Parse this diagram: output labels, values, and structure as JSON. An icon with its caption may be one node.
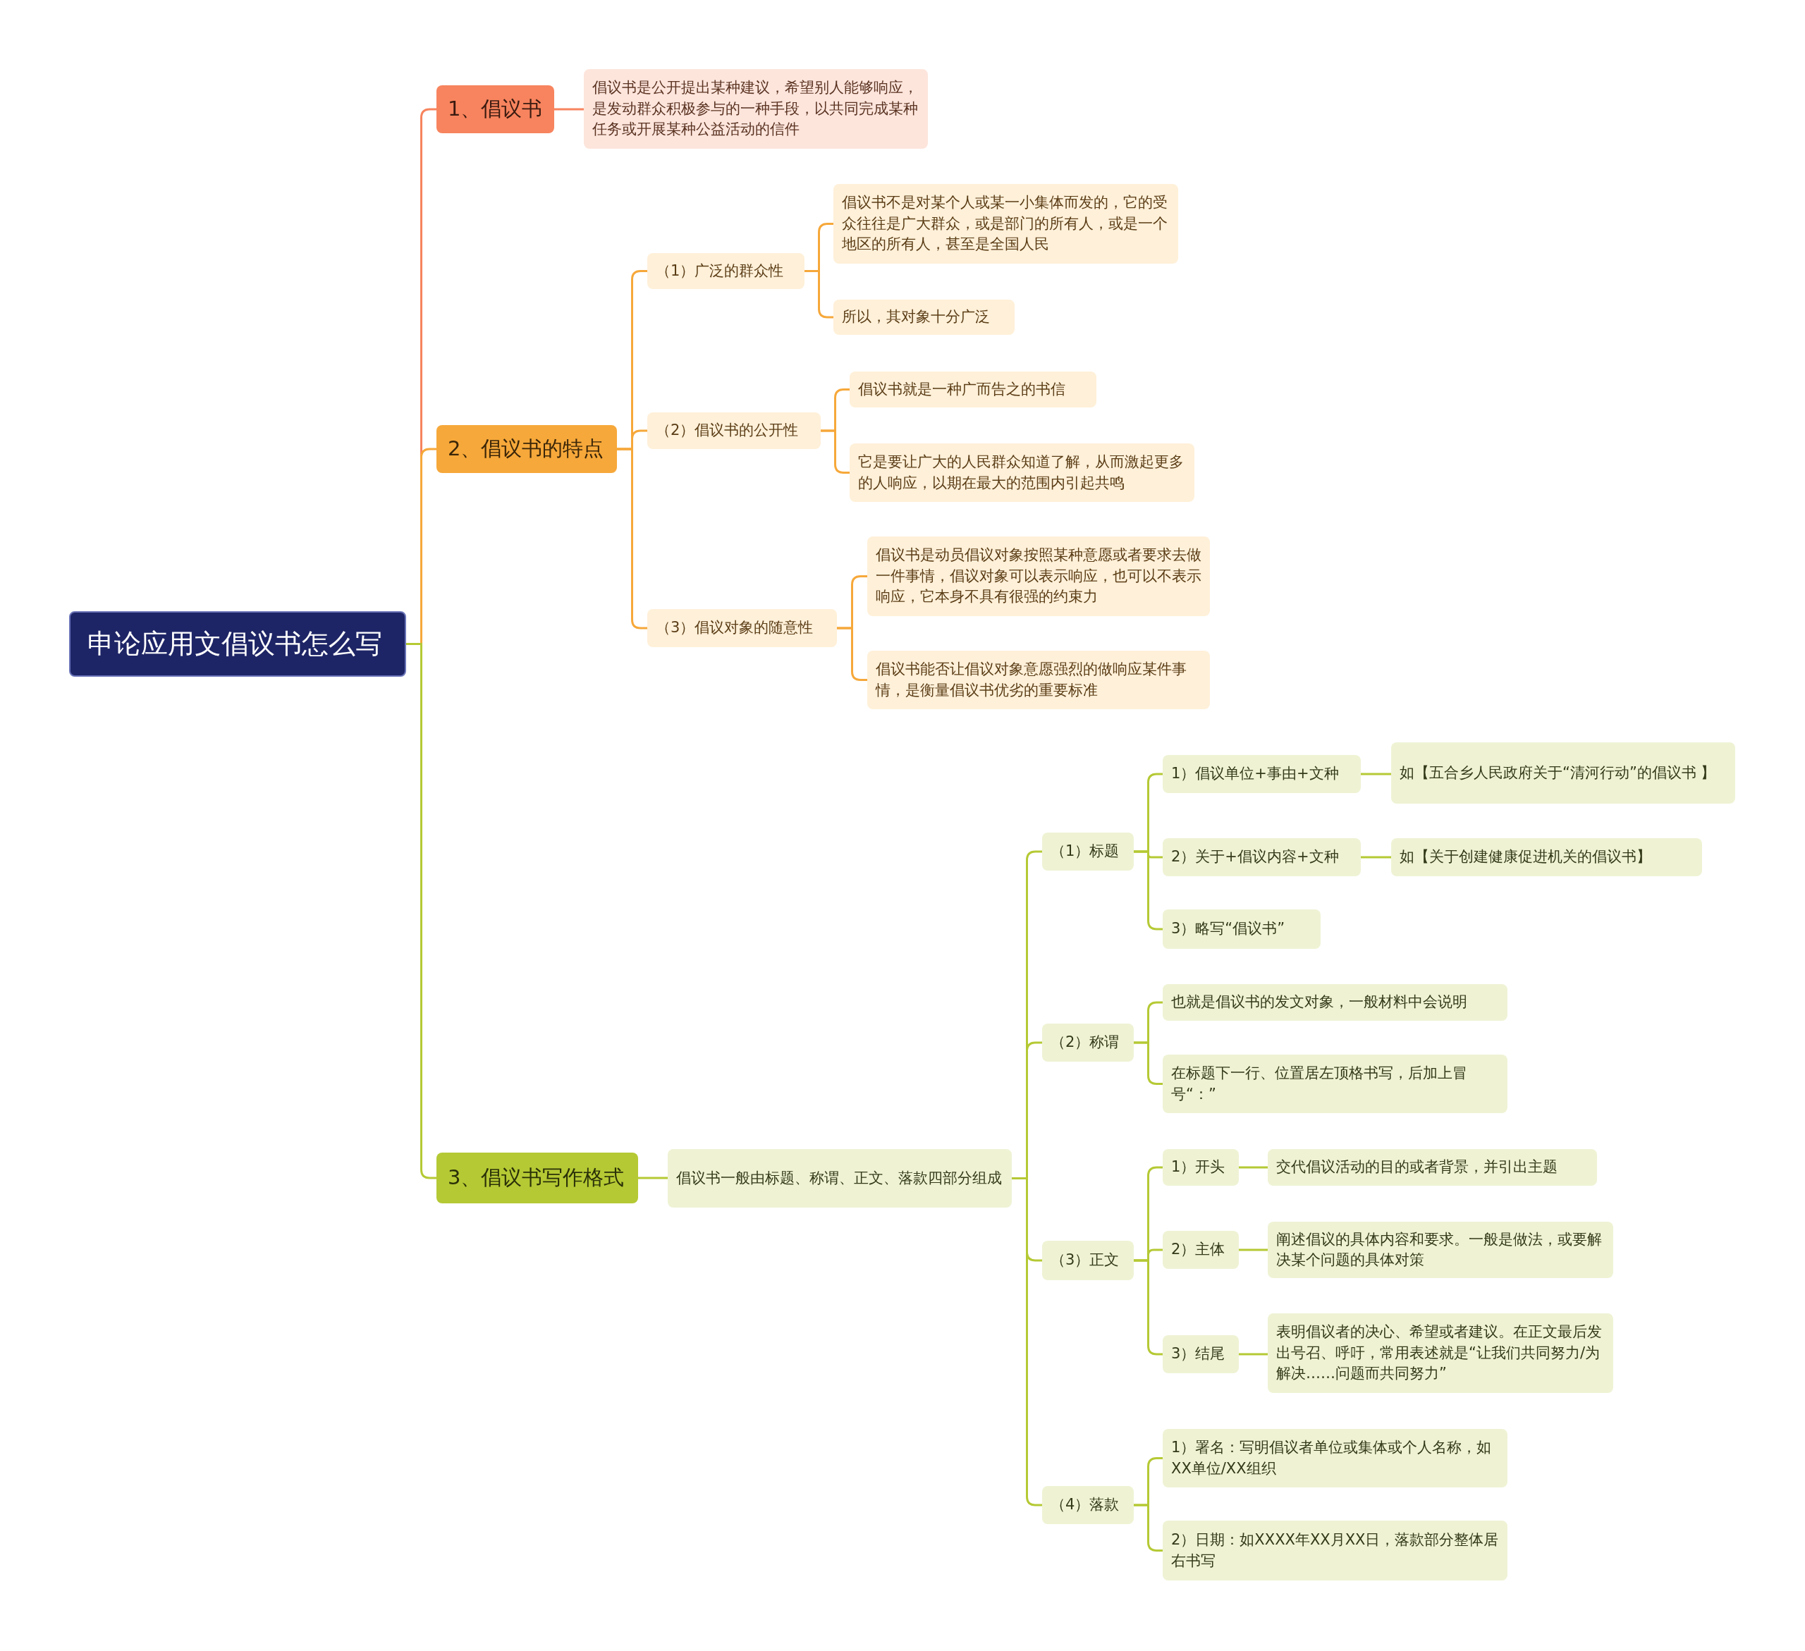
{
  "diagram": {
    "nodes": [
      {
        "text": [
          "申论应用文倡议书怎么写"
        ]
      },
      {
        "text": [
          "1、倡议书"
        ]
      },
      {
        "text": [
          "倡议书是公开提出某种建议，希望别人能够响应，是发动群众积极参与的一种手段，以共同完成某种任务或开展某种公益活动的信件"
        ]
      },
      {
        "text": [
          "2、倡议书的特点"
        ]
      },
      {
        "text": [
          "（1）广泛的群众性"
        ]
      },
      {
        "text": [
          "倡议书不是对某个人或某一小集体而发的，它的受众往往是广大群众，或是部门的所有人，或是一个地区的所有人，甚至是全国人民"
        ]
      },
      {
        "text": [
          "所以，其对象十分广泛"
        ]
      },
      {
        "text": [
          "（2）倡议书的公开性"
        ]
      },
      {
        "text": [
          "倡议书就是一种广而告之的书信"
        ]
      },
      {
        "text": [
          "它是要让广大的人民群众知道了解，从而激起更多的人响应，以期在最大的范围内引起共鸣"
        ]
      },
      {
        "text": [
          "（3）倡议对象的随意性"
        ]
      },
      {
        "text": [
          "倡议书是动员倡议对象按照某种意愿或者要求去做一件事情，倡议对象可以表示响应，也可以不表示响应，它本身不具有很强的约束力"
        ]
      },
      {
        "text": [
          "倡议书能否让倡议对象意愿强烈的做响应某件事情，是衡量倡议书优劣的重要标准"
        ]
      },
      {
        "text": [
          "3、倡议书写作格式"
        ]
      },
      {
        "text": [
          "倡议书一般由标题、称谓、正文、落款四部分组成"
        ]
      },
      {
        "text": [
          "（1）标题"
        ]
      },
      {
        "text": [
          "1）倡议单位+事由+文种"
        ]
      },
      {
        "text": [
          "如【五合乡人民政府关于“清河行动”的倡议书 】"
        ]
      },
      {
        "text": [
          "2）关于+倡议内容+文种"
        ]
      },
      {
        "text": [
          "如【关于创建健康促进机关的倡议书】"
        ]
      },
      {
        "text": [
          "3）略写“倡议书”"
        ]
      },
      {
        "text": [
          "（2）称谓"
        ]
      },
      {
        "text": [
          "也就是倡议书的发文对象，一般材料中会说明"
        ]
      },
      {
        "text": [
          "在标题下一行、位置居左顶格书写，后加上冒号“：”"
        ]
      },
      {
        "text": [
          "（3）正文"
        ]
      },
      {
        "text": [
          "1）开头"
        ]
      },
      {
        "text": [
          "交代倡议活动的目的或者背景，并引出主题"
        ]
      },
      {
        "text": [
          "2）主体"
        ]
      },
      {
        "text": [
          "阐述倡议的具体内容和要求。一般是做法，或要解决某个问题的具体对策"
        ]
      },
      {
        "text": [
          "3）结尾"
        ]
      },
      {
        "text": [
          "表明倡议者的决心、希望或者建议。在正文最后发出号召、呼吁，常用表述就是“让我们共同努力/为解决……问题而共同努力”"
        ]
      },
      {
        "text": [
          "（4）落款"
        ]
      },
      {
        "text": [
          "1）署名：写明倡议者单位或集体或个人名称，如 XX单位/XX组织"
        ]
      },
      {
        "text": [
          "2）日期：如XXXX年XX月XX日，落款部分整体居右书写"
        ]
      }
    ],
    "edges": [
      {
        "from": 0,
        "to": 1,
        "arrow": "none",
        "color": "#f7845e"
      },
      {
        "from": 1,
        "to": 2,
        "arrow": "none",
        "color": "#f7845e"
      },
      {
        "from": 0,
        "to": 3,
        "arrow": "none",
        "color": "#f6a83a"
      },
      {
        "from": 3,
        "to": 4,
        "arrow": "none",
        "color": "#f6a83a"
      },
      {
        "from": 4,
        "to": 5,
        "arrow": "none",
        "color": "#f6a83a"
      },
      {
        "from": 4,
        "to": 6,
        "arrow": "none",
        "color": "#f6a83a"
      },
      {
        "from": 3,
        "to": 7,
        "arrow": "none",
        "color": "#f6a83a"
      },
      {
        "from": 7,
        "to": 8,
        "arrow": "none",
        "color": "#f6a83a"
      },
      {
        "from": 7,
        "to": 9,
        "arrow": "none",
        "color": "#f6a83a"
      },
      {
        "from": 3,
        "to": 10,
        "arrow": "none",
        "color": "#f6a83a"
      },
      {
        "from": 10,
        "to": 11,
        "arrow": "none",
        "color": "#f6a83a"
      },
      {
        "from": 10,
        "to": 12,
        "arrow": "none",
        "color": "#f6a83a"
      },
      {
        "from": 0,
        "to": 13,
        "arrow": "none"
      },
      {
        "from": 13,
        "to": 14,
        "arrow": "none"
      },
      {
        "from": 14,
        "to": 15,
        "arrow": "none"
      },
      {
        "from": 15,
        "to": 16,
        "arrow": "none"
      },
      {
        "from": 16,
        "to": 17,
        "arrow": "none"
      },
      {
        "from": 15,
        "to": 18,
        "arrow": "none"
      },
      {
        "from": 18,
        "to": 19,
        "arrow": "none"
      },
      {
        "from": 15,
        "to": 20,
        "arrow": "none"
      },
      {
        "from": 14,
        "to": 21,
        "arrow": "none"
      },
      {
        "from": 21,
        "to": 22,
        "arrow": "none"
      },
      {
        "from": 21,
        "to": 23,
        "arrow": "none"
      },
      {
        "from": 14,
        "to": 24,
        "arrow": "none"
      },
      {
        "from": 24,
        "to": 25,
        "arrow": "none"
      },
      {
        "from": 25,
        "to": 26,
        "arrow": "none"
      },
      {
        "from": 24,
        "to": 27,
        "arrow": "none"
      },
      {
        "from": 27,
        "to": 28,
        "arrow": "none"
      },
      {
        "from": 24,
        "to": 29,
        "arrow": "none"
      },
      {
        "from": 29,
        "to": 30,
        "arrow": "none"
      },
      {
        "from": 14,
        "to": 31,
        "arrow": "none"
      },
      {
        "from": 31,
        "to": 32,
        "arrow": "none"
      },
      {
        "from": 31,
        "to": 33,
        "arrow": "none"
      }
    ]
  }
}
